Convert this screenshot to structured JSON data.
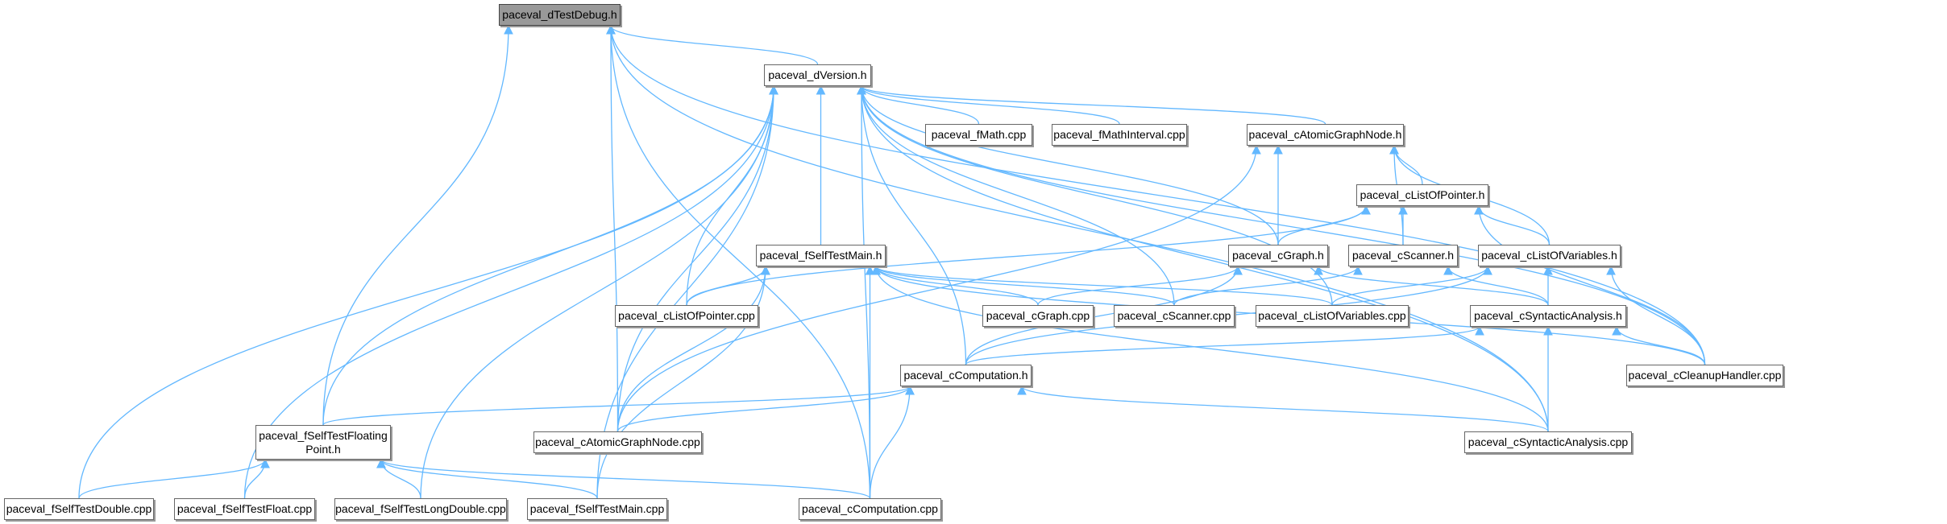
{
  "nodes": {
    "dTestDebug": "paceval_dTestDebug.h",
    "dVersion": "paceval_dVersion.h",
    "fMath": "paceval_fMath.cpp",
    "fMathInterval": "paceval_fMathInterval.cpp",
    "cAtomicGraphNodeH": "paceval_cAtomicGraphNode.h",
    "cListOfPointerH": "paceval_cListOfPointer.h",
    "fSelfTestMainH": "paceval_fSelfTestMain.h",
    "cGraphH": "paceval_cGraph.h",
    "cScannerH": "paceval_cScanner.h",
    "cListOfVariablesH": "paceval_cListOfVariables.h",
    "cListOfPointerCpp": "paceval_cListOfPointer.cpp",
    "cGraphCpp": "paceval_cGraph.cpp",
    "cScannerCpp": "paceval_cScanner.cpp",
    "cListOfVariablesCpp": "paceval_cListOfVariables.cpp",
    "cSyntacticAnalysisH": "paceval_cSyntacticAnalysis.h",
    "cComputationH": "paceval_cComputation.h",
    "cCleanupHandlerCpp": "paceval_cCleanupHandler.cpp",
    "fSelfTestFloatingPointH": "paceval_fSelfTestFloating\nPoint.h",
    "cAtomicGraphNodeCpp": "paceval_cAtomicGraphNode.cpp",
    "cSyntacticAnalysisCpp": "paceval_cSyntacticAnalysis.cpp",
    "fSelfTestDoubleCpp": "paceval_fSelfTestDouble.cpp",
    "fSelfTestFloatCpp": "paceval_fSelfTestFloat.cpp",
    "fSelfTestLongDoubleCpp": "paceval_fSelfTestLongDouble.cpp",
    "fSelfTestMainCpp": "paceval_fSelfTestMain.cpp",
    "cComputationCpp": "paceval_cComputation.cpp"
  },
  "edge_color": "#63b8ff",
  "edges": [
    [
      "dVersion",
      "dTestDebug"
    ],
    [
      "fSelfTestFloatingPointH",
      "dTestDebug"
    ],
    [
      "cComputationCpp",
      "dTestDebug"
    ],
    [
      "cAtomicGraphNodeCpp",
      "dTestDebug"
    ],
    [
      "cCleanupHandlerCpp",
      "dTestDebug"
    ],
    [
      "cSyntacticAnalysisCpp",
      "dTestDebug"
    ],
    [
      "fMath",
      "dVersion"
    ],
    [
      "fMathInterval",
      "dVersion"
    ],
    [
      "cAtomicGraphNodeH",
      "dVersion"
    ],
    [
      "fSelfTestMainH",
      "dVersion"
    ],
    [
      "cListOfPointerCpp",
      "dVersion"
    ],
    [
      "cGraphH",
      "dVersion"
    ],
    [
      "cScannerCpp",
      "dVersion"
    ],
    [
      "cListOfVariablesCpp",
      "dVersion"
    ],
    [
      "cComputationH",
      "dVersion"
    ],
    [
      "cAtomicGraphNodeCpp",
      "dVersion"
    ],
    [
      "fSelfTestFloatingPointH",
      "dVersion"
    ],
    [
      "fSelfTestDoubleCpp",
      "dVersion"
    ],
    [
      "fSelfTestFloatCpp",
      "dVersion"
    ],
    [
      "fSelfTestLongDoubleCpp",
      "dVersion"
    ],
    [
      "fSelfTestMainCpp",
      "dVersion"
    ],
    [
      "cCleanupHandlerCpp",
      "dVersion"
    ],
    [
      "cSyntacticAnalysisCpp",
      "dVersion"
    ],
    [
      "cComputationCpp",
      "dVersion"
    ],
    [
      "cListOfPointerH",
      "cAtomicGraphNodeH"
    ],
    [
      "cGraphH",
      "cAtomicGraphNodeH"
    ],
    [
      "cScannerH",
      "cAtomicGraphNodeH"
    ],
    [
      "cListOfVariablesH",
      "cAtomicGraphNodeH"
    ],
    [
      "cAtomicGraphNodeCpp",
      "cAtomicGraphNodeH"
    ],
    [
      "cGraphH",
      "cListOfPointerH"
    ],
    [
      "cScannerH",
      "cListOfPointerH"
    ],
    [
      "cListOfVariablesH",
      "cListOfPointerH"
    ],
    [
      "cListOfPointerCpp",
      "cListOfPointerH"
    ],
    [
      "cCleanupHandlerCpp",
      "cListOfPointerH"
    ],
    [
      "cListOfPointerCpp",
      "fSelfTestMainH"
    ],
    [
      "cGraphCpp",
      "fSelfTestMainH"
    ],
    [
      "cScannerCpp",
      "fSelfTestMainH"
    ],
    [
      "cListOfVariablesCpp",
      "fSelfTestMainH"
    ],
    [
      "cCleanupHandlerCpp",
      "fSelfTestMainH"
    ],
    [
      "cSyntacticAnalysisCpp",
      "fSelfTestMainH"
    ],
    [
      "cAtomicGraphNodeCpp",
      "fSelfTestMainH"
    ],
    [
      "fSelfTestMainCpp",
      "fSelfTestMainH"
    ],
    [
      "cComputationCpp",
      "fSelfTestMainH"
    ],
    [
      "cGraphCpp",
      "cGraphH"
    ],
    [
      "cSyntacticAnalysisH",
      "cGraphH"
    ],
    [
      "cComputationH",
      "cGraphH"
    ],
    [
      "cScannerCpp",
      "cScannerH"
    ],
    [
      "cSyntacticAnalysisH",
      "cScannerH"
    ],
    [
      "cListOfVariablesCpp",
      "cListOfVariablesH"
    ],
    [
      "cSyntacticAnalysisH",
      "cListOfVariablesH"
    ],
    [
      "cComputationH",
      "cListOfVariablesH"
    ],
    [
      "cCleanupHandlerCpp",
      "cListOfVariablesH"
    ],
    [
      "cComputationH",
      "cSyntacticAnalysisH"
    ],
    [
      "cCleanupHandlerCpp",
      "cSyntacticAnalysisH"
    ],
    [
      "cSyntacticAnalysisCpp",
      "cSyntacticAnalysisH"
    ],
    [
      "fSelfTestFloatingPointH",
      "cComputationH"
    ],
    [
      "cAtomicGraphNodeCpp",
      "cComputationH"
    ],
    [
      "cSyntacticAnalysisCpp",
      "cComputationH"
    ],
    [
      "cComputationCpp",
      "cComputationH"
    ],
    [
      "fSelfTestDoubleCpp",
      "fSelfTestFloatingPointH"
    ],
    [
      "fSelfTestFloatCpp",
      "fSelfTestFloatingPointH"
    ],
    [
      "fSelfTestLongDoubleCpp",
      "fSelfTestFloatingPointH"
    ],
    [
      "fSelfTestMainCpp",
      "fSelfTestFloatingPointH"
    ],
    [
      "cComputationCpp",
      "fSelfTestFloatingPointH"
    ]
  ]
}
